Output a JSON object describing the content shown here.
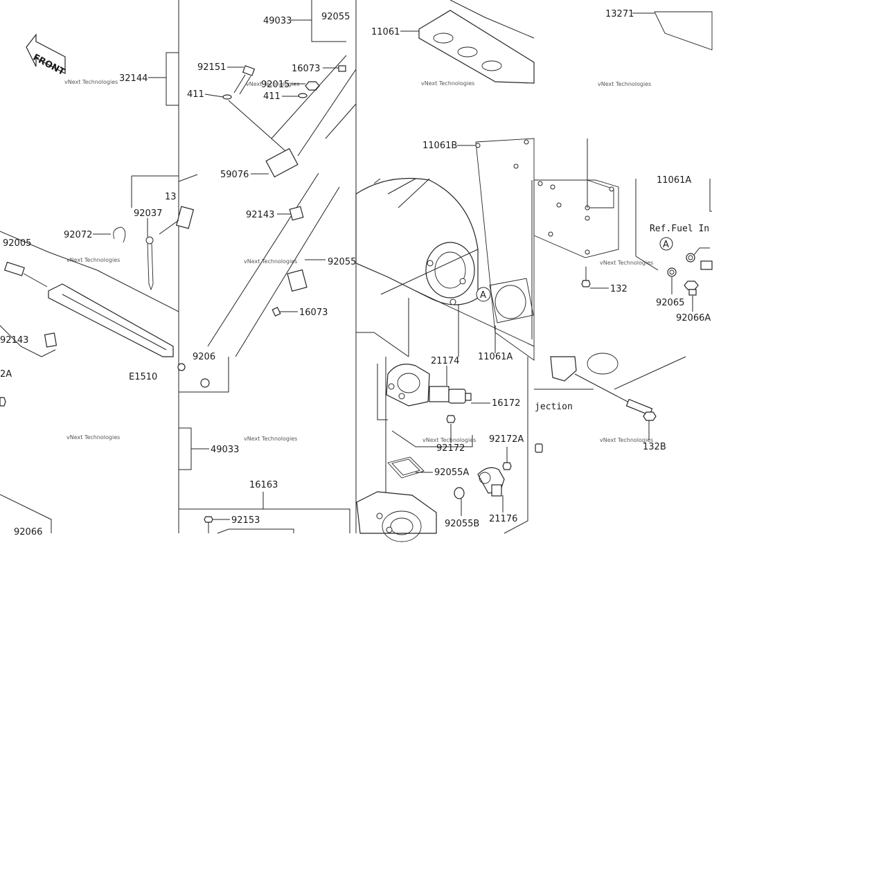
{
  "labels": {
    "p49033a": "49033",
    "p92055a": "92055",
    "p11061": "11061",
    "p13271": "13271",
    "p32144": "32144",
    "p92151": "92151",
    "p16073a": "16073",
    "p92015": "92015",
    "p411a": "411",
    "p411b": "411",
    "p11061b": "11061B",
    "p59076": "59076",
    "p13": "13",
    "p92037": "92037",
    "p92072": "92072",
    "p92005": "92005",
    "p92143a": "92143",
    "p92055b": "92055",
    "p16073b": "16073",
    "p92143b": "92143",
    "p2a": "2A",
    "pe1510": "E1510",
    "p9206": "9206",
    "p11061a_top": "11061A",
    "p11061a_bot": "11061A",
    "p132a": "132",
    "p92065": "92065",
    "p92066a": "92066A",
    "p21174": "21174",
    "p16172": "16172",
    "p92172a": "92172A",
    "p92172": "92172",
    "p92055a_low": "92055A",
    "p92055b_low": "92055B",
    "p21176": "21176",
    "p49033b": "49033",
    "p16163": "16163",
    "p92153": "92153",
    "p92066": "92066",
    "p132b": "132B",
    "ref_fuel": "Ref.Fuel In",
    "jection": "jection",
    "circle_a1": "A",
    "circle_a2": "A",
    "front": "FRONT"
  },
  "watermark": {
    "text": "vNext Technologies"
  }
}
